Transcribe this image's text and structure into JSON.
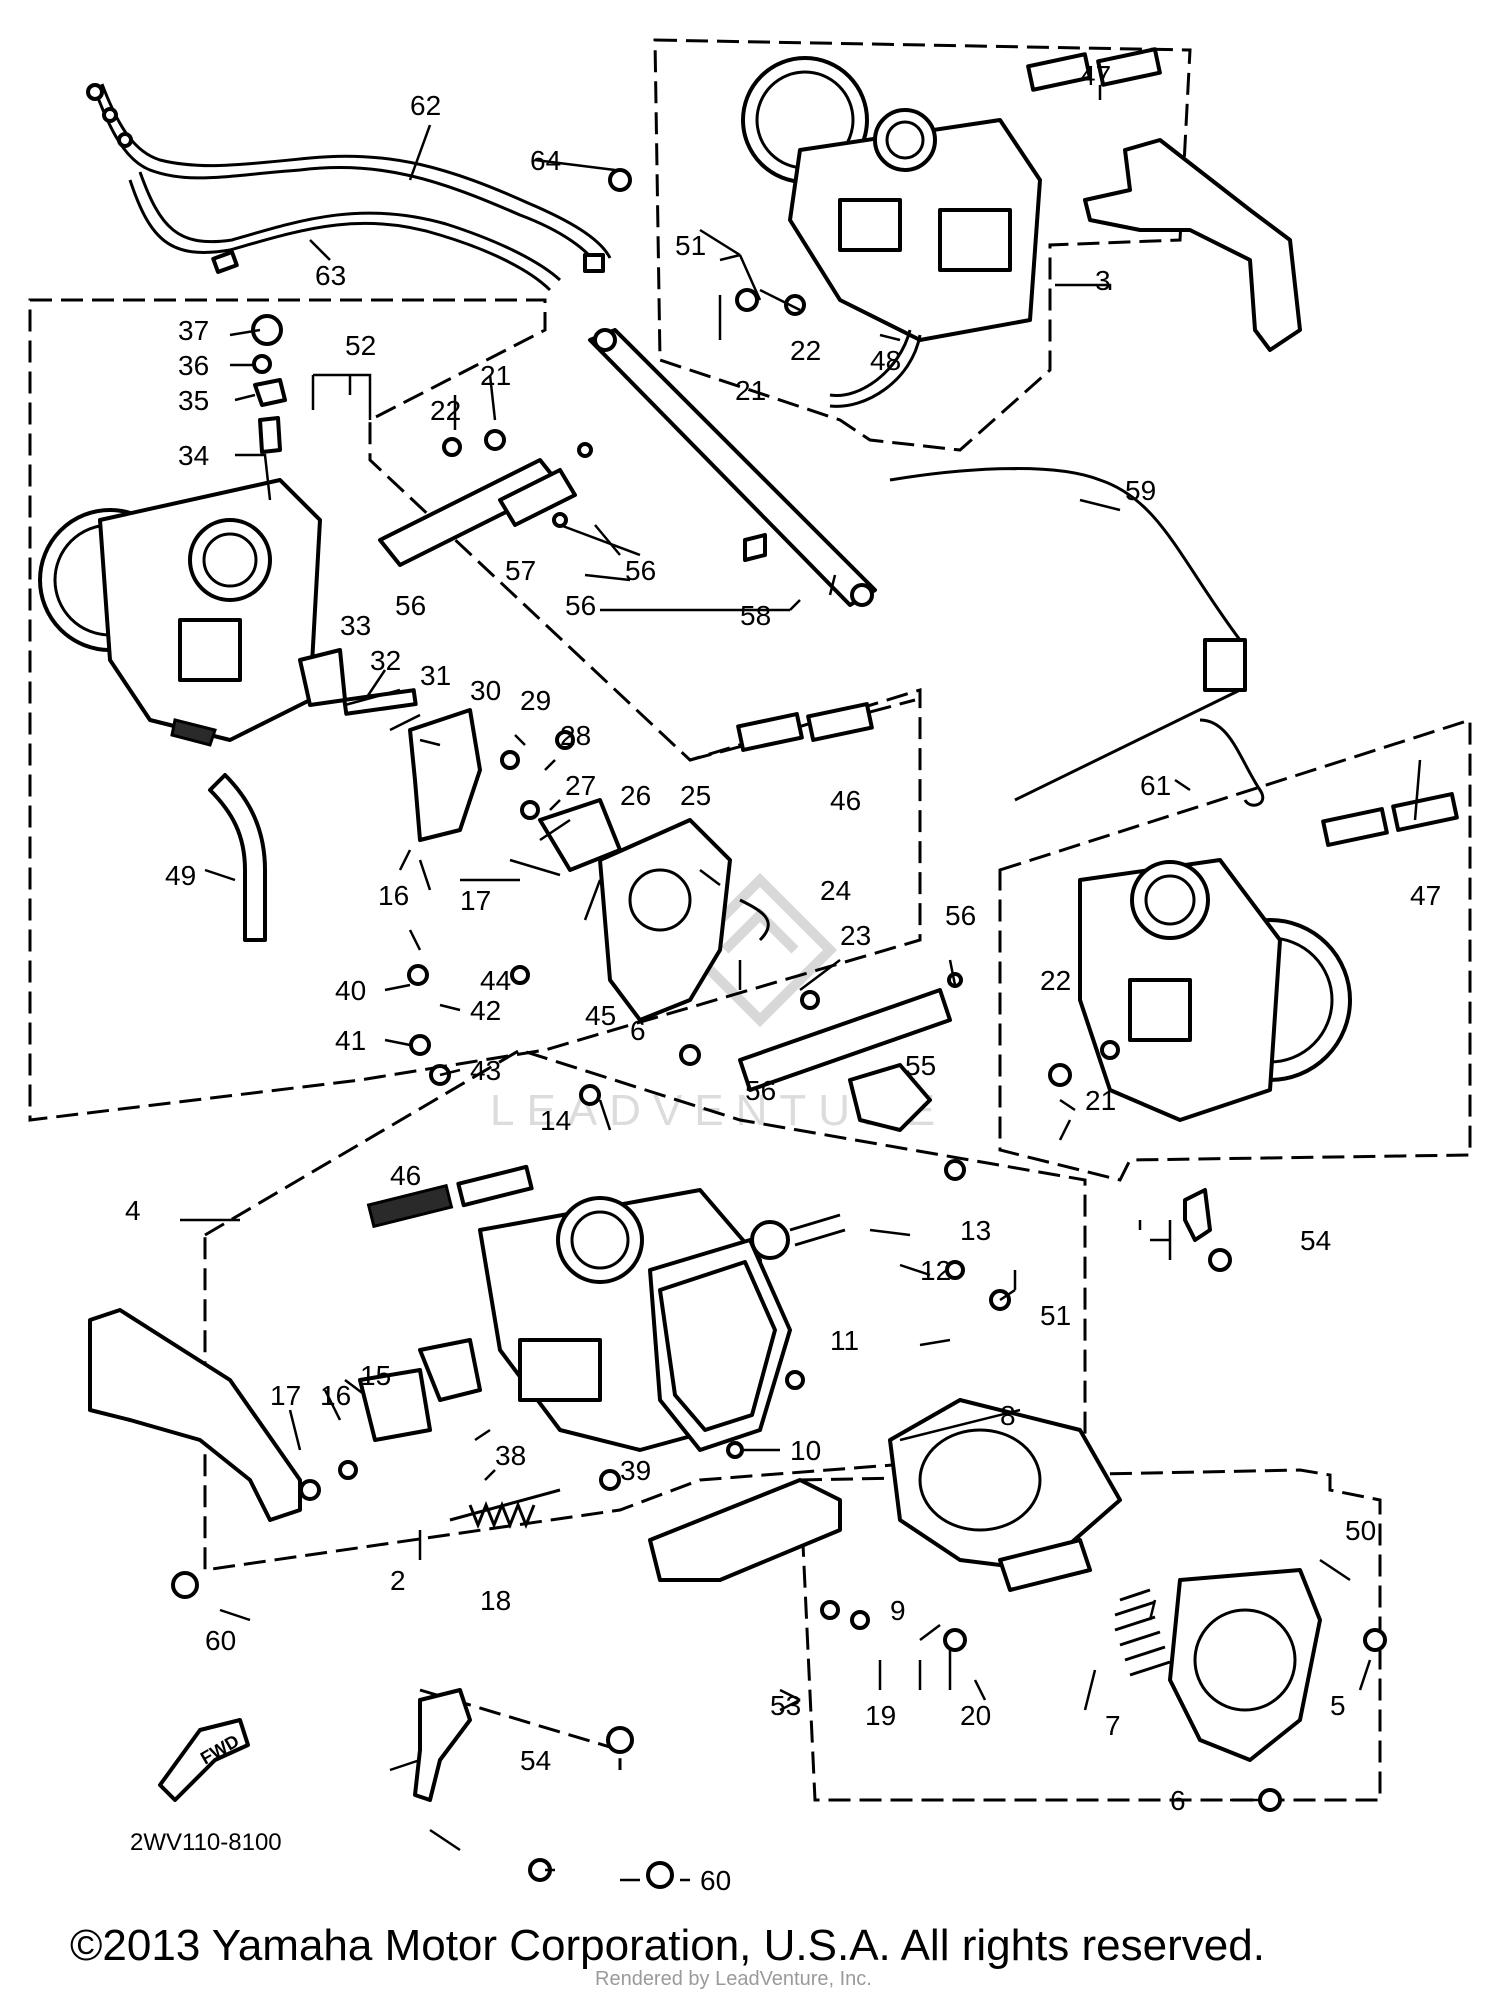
{
  "diagram": {
    "part_code": "2WV110-8100",
    "copyright": "©2013 Yamaha Motor Corporation, U.S.A. All rights reserved.",
    "watermark": "LEADVENTURE",
    "rendered_by": "Rendered by LeadVenture, Inc.",
    "callouts": [
      {
        "id": "c2",
        "label": "2"
      },
      {
        "id": "c3",
        "label": "3"
      },
      {
        "id": "c4",
        "label": "4"
      },
      {
        "id": "c5",
        "label": "5"
      },
      {
        "id": "c6a",
        "label": "6"
      },
      {
        "id": "c6b",
        "label": "6"
      },
      {
        "id": "c7",
        "label": "7"
      },
      {
        "id": "c8",
        "label": "8"
      },
      {
        "id": "c9",
        "label": "9"
      },
      {
        "id": "c10",
        "label": "10"
      },
      {
        "id": "c11",
        "label": "11"
      },
      {
        "id": "c12",
        "label": "12"
      },
      {
        "id": "c13",
        "label": "13"
      },
      {
        "id": "c14",
        "label": "14"
      },
      {
        "id": "c15",
        "label": "15"
      },
      {
        "id": "c16a",
        "label": "16"
      },
      {
        "id": "c16b",
        "label": "16"
      },
      {
        "id": "c17a",
        "label": "17"
      },
      {
        "id": "c17b",
        "label": "17"
      },
      {
        "id": "c18",
        "label": "18"
      },
      {
        "id": "c19",
        "label": "19"
      },
      {
        "id": "c20",
        "label": "20"
      },
      {
        "id": "c21a",
        "label": "21"
      },
      {
        "id": "c21b",
        "label": "21"
      },
      {
        "id": "c21c",
        "label": "21"
      },
      {
        "id": "c22a",
        "label": "22"
      },
      {
        "id": "c22b",
        "label": "22"
      },
      {
        "id": "c22c",
        "label": "22"
      },
      {
        "id": "c23",
        "label": "23"
      },
      {
        "id": "c24",
        "label": "24"
      },
      {
        "id": "c25",
        "label": "25"
      },
      {
        "id": "c26",
        "label": "26"
      },
      {
        "id": "c27",
        "label": "27"
      },
      {
        "id": "c28",
        "label": "28"
      },
      {
        "id": "c29",
        "label": "29"
      },
      {
        "id": "c30",
        "label": "30"
      },
      {
        "id": "c31",
        "label": "31"
      },
      {
        "id": "c32",
        "label": "32"
      },
      {
        "id": "c33",
        "label": "33"
      },
      {
        "id": "c34",
        "label": "34"
      },
      {
        "id": "c35",
        "label": "35"
      },
      {
        "id": "c36",
        "label": "36"
      },
      {
        "id": "c37",
        "label": "37"
      },
      {
        "id": "c38",
        "label": "38"
      },
      {
        "id": "c39",
        "label": "39"
      },
      {
        "id": "c40",
        "label": "40"
      },
      {
        "id": "c41",
        "label": "41"
      },
      {
        "id": "c42",
        "label": "42"
      },
      {
        "id": "c43",
        "label": "43"
      },
      {
        "id": "c44",
        "label": "44"
      },
      {
        "id": "c45",
        "label": "45"
      },
      {
        "id": "c46a",
        "label": "46"
      },
      {
        "id": "c46b",
        "label": "46"
      },
      {
        "id": "c47a",
        "label": "47"
      },
      {
        "id": "c47b",
        "label": "47"
      },
      {
        "id": "c48",
        "label": "48"
      },
      {
        "id": "c49",
        "label": "49"
      },
      {
        "id": "c50",
        "label": "50"
      },
      {
        "id": "c51a",
        "label": "51"
      },
      {
        "id": "c51b",
        "label": "51"
      },
      {
        "id": "c52",
        "label": "52"
      },
      {
        "id": "c53",
        "label": "53"
      },
      {
        "id": "c54a",
        "label": "54"
      },
      {
        "id": "c54b",
        "label": "54"
      },
      {
        "id": "c55",
        "label": "55"
      },
      {
        "id": "c56a",
        "label": "56"
      },
      {
        "id": "c56b",
        "label": "56"
      },
      {
        "id": "c56c",
        "label": "56"
      },
      {
        "id": "c56d",
        "label": "56"
      },
      {
        "id": "c56e",
        "label": "56"
      },
      {
        "id": "c57",
        "label": "57"
      },
      {
        "id": "c58",
        "label": "58"
      },
      {
        "id": "c59",
        "label": "59"
      },
      {
        "id": "c60a",
        "label": "60"
      },
      {
        "id": "c60b",
        "label": "60"
      },
      {
        "id": "c61",
        "label": "61"
      },
      {
        "id": "c62",
        "label": "62"
      },
      {
        "id": "c63",
        "label": "63"
      },
      {
        "id": "c64",
        "label": "64"
      }
    ]
  }
}
